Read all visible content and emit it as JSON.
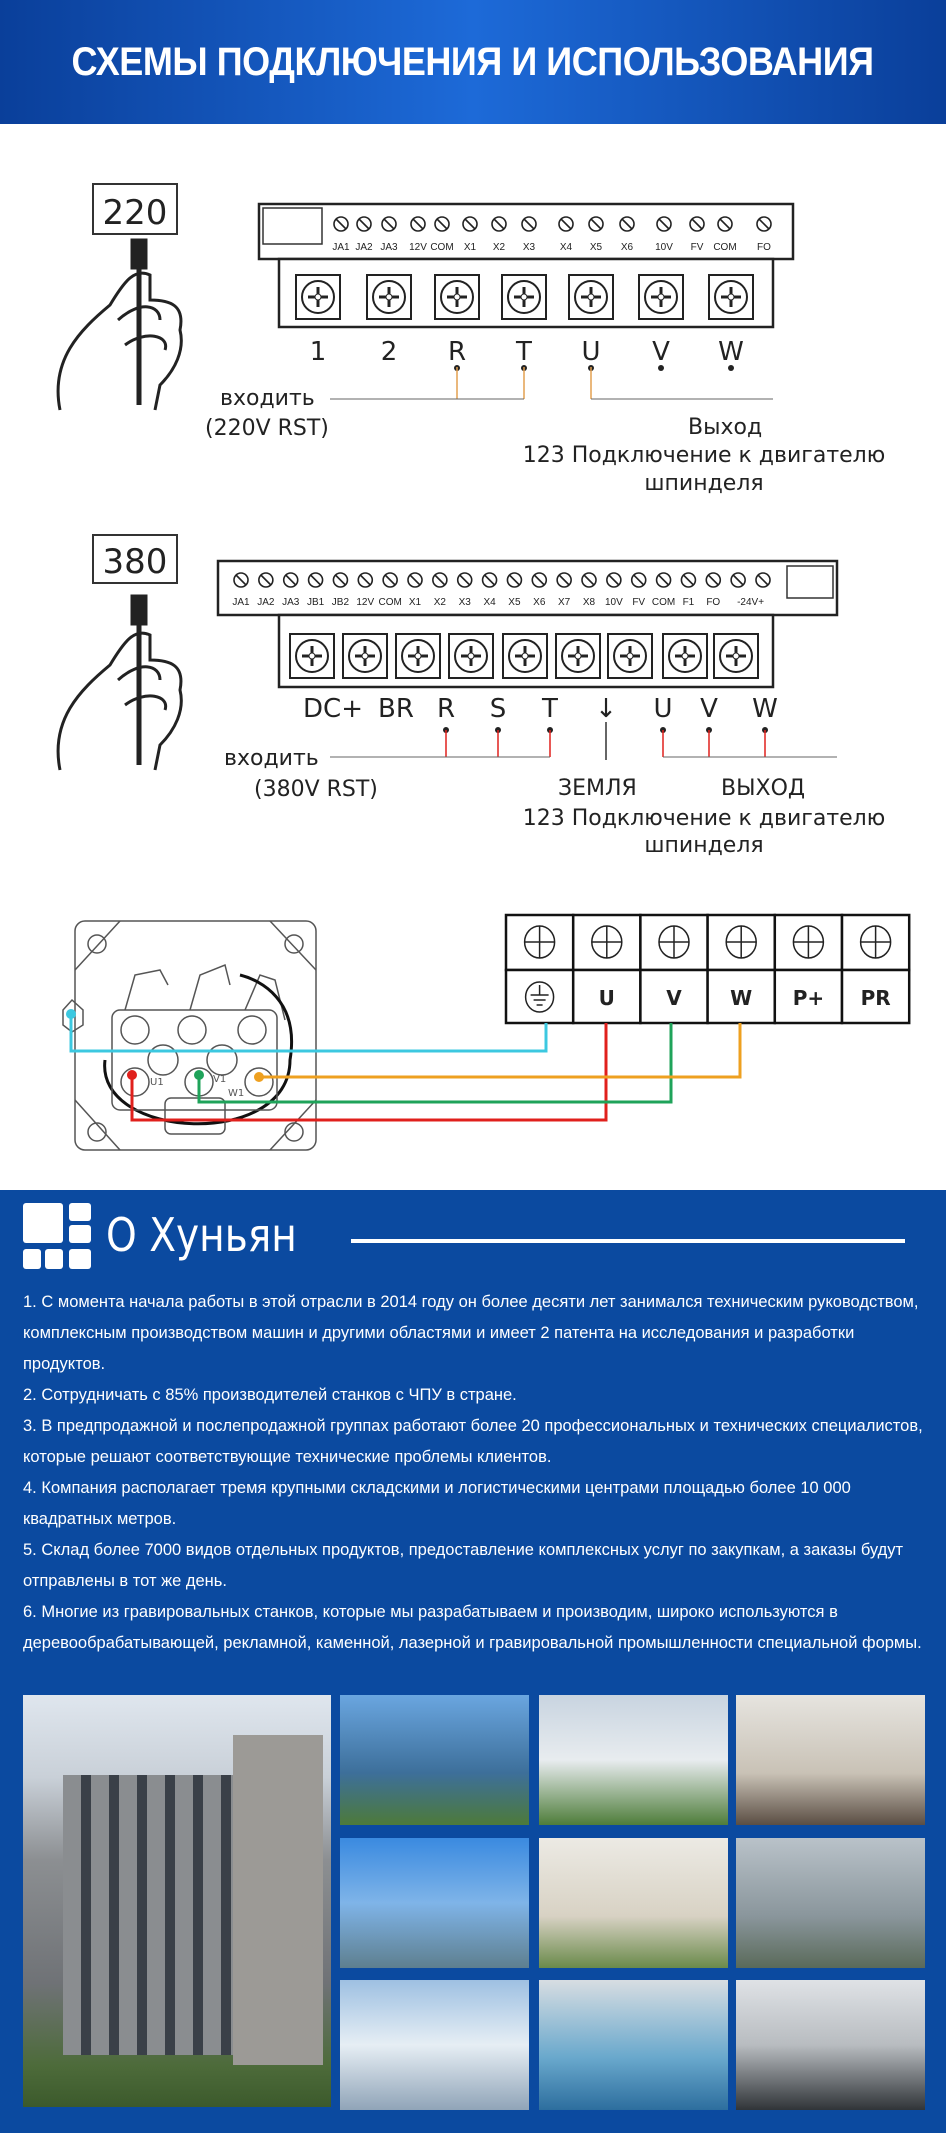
{
  "header": {
    "title": "СХЕМЫ ПОДКЛЮЧЕНИЯ И ИСПОЛЬЗОВАНИЯ"
  },
  "d1": {
    "voltage": "220",
    "terminals": [
      "JA1",
      "JA2",
      "JA3",
      "12V",
      "COM",
      "X1",
      "X2",
      "X3",
      "X4",
      "X5",
      "X6",
      "10V",
      "FV",
      "COM",
      "FO"
    ],
    "power": [
      "1",
      "2",
      "R",
      "T",
      "U",
      "V",
      "W"
    ],
    "input": "входить",
    "input_sub": "(220V RST)",
    "output": "Выход",
    "output_sub1": "123 Подключение к двигателю",
    "output_sub2": "шпинделя"
  },
  "d2": {
    "voltage": "380",
    "terminals": [
      "JA1",
      "JA2",
      "JA3",
      "JB1",
      "JB2",
      "12V",
      "COM",
      "X1",
      "X2",
      "X3",
      "X4",
      "X5",
      "X6",
      "X7",
      "X8",
      "10V",
      "FV",
      "COM",
      "F1",
      "FO",
      "-24V+"
    ],
    "power": [
      "DC+",
      "BR",
      "R",
      "S",
      "T",
      "↓",
      "U",
      "V",
      "W"
    ],
    "input": "входить",
    "input_sub": "(380V RST)",
    "ground": "ЗЕМЛЯ",
    "output": "ВЫХОД",
    "output_sub1": "123 Подключение к двигателю",
    "output_sub2": "шпинделя"
  },
  "d3": {
    "cells": [
      "⏚",
      "U",
      "V",
      "W",
      "P+",
      "PR"
    ],
    "motor_labels": [
      "U1",
      "V1",
      "W1"
    ],
    "wire_colors": {
      "ground": "#3cc8e0",
      "u": "#e0201c",
      "v": "#1fa35a",
      "w": "#eea020"
    }
  },
  "about": {
    "title": "О Хуньян",
    "items": [
      "1. С момента начала работы в этой отрасли в 2014 году он более десяти лет занимался техническим руководством, комплексным производством машин и другими областями и имеет 2 патента на исследования и разработки продуктов.",
      "2. Сотрудничать с 85% производителей станков с ЧПУ в стране.",
      "3. В предпродажной и послепродажной группах работают более 20 профессиональных и технических специалистов, которые решают соответствующие технические проблемы клиентов.",
      "4. Компания располагает тремя крупными складскими и логистическими центрами площадью более 10 000 квадратных метров.",
      "5. Склад более 7000 видов отдельных продуктов, предоставление комплексных услуг по закупкам, а заказы будут отправлены в тот же день.",
      "6. Многие из гравировальных станков, которые мы разрабатываем и производим, широко используются в деревообрабатывающей, рекламной, каменной, лазерной и гравировальной промышленности специальной формы."
    ]
  },
  "colors": {
    "brand": "#0b4aa0"
  }
}
